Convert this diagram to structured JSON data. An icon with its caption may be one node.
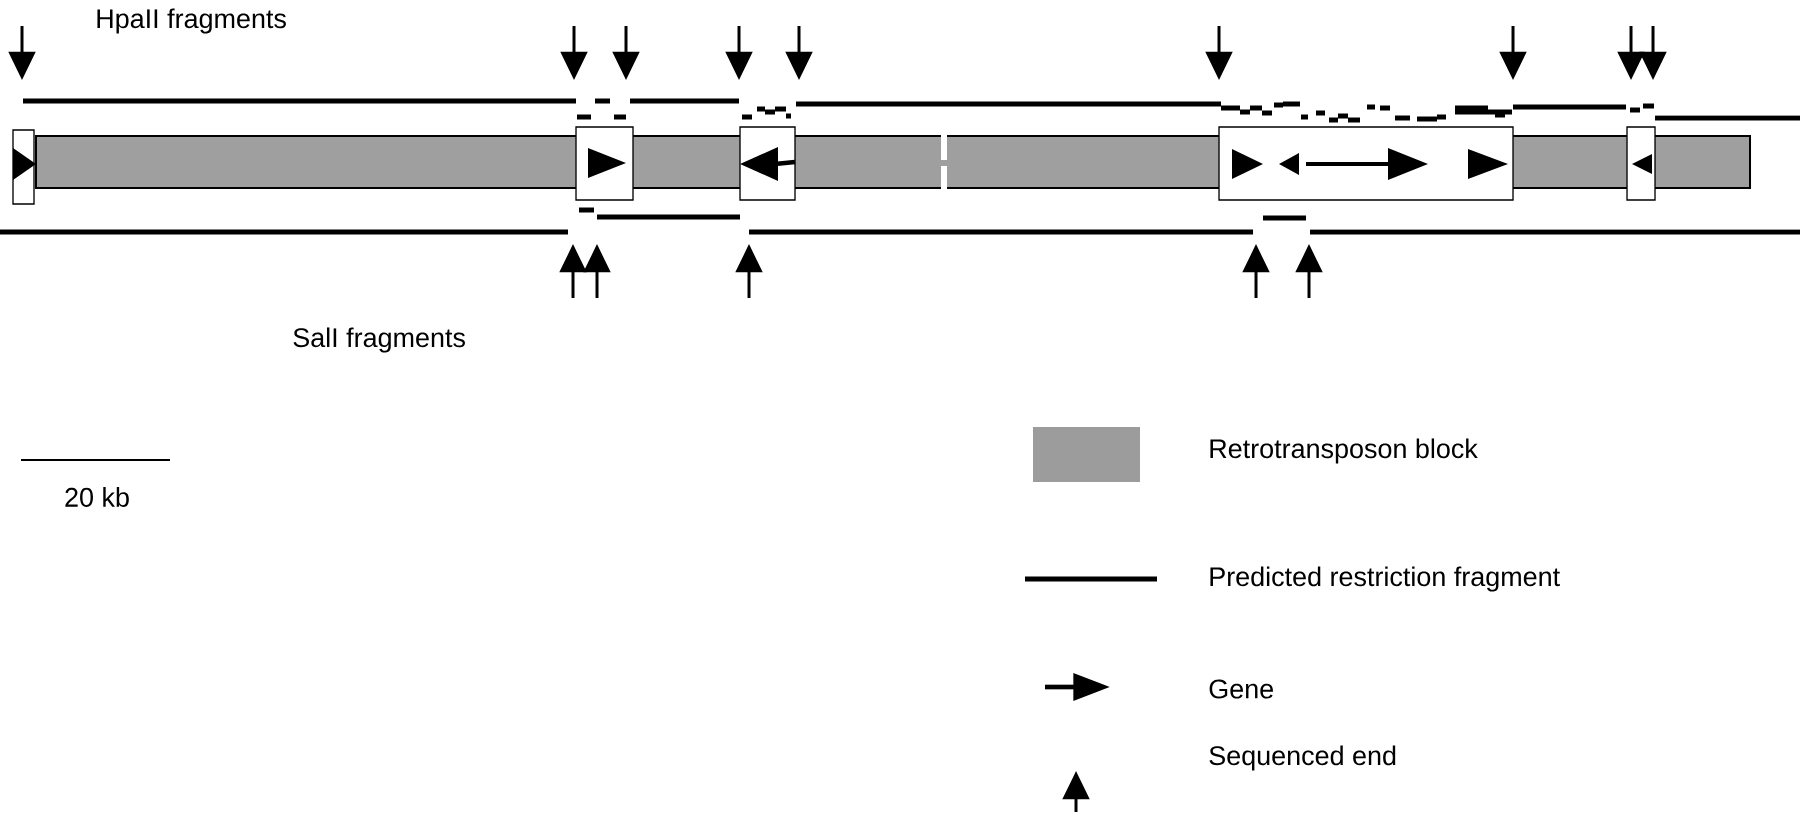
{
  "diagram": {
    "labels": [
      "HpaII fragments",
      "SalI fragments",
      "20 kb"
    ],
    "legend": [
      {
        "text": "Retrotransposon block",
        "color": "#9c9c9c"
      },
      {
        "text": "Predicted restriction fragment"
      },
      {
        "text": "Gene"
      },
      {
        "text": "Sequenced end"
      }
    ]
  }
}
